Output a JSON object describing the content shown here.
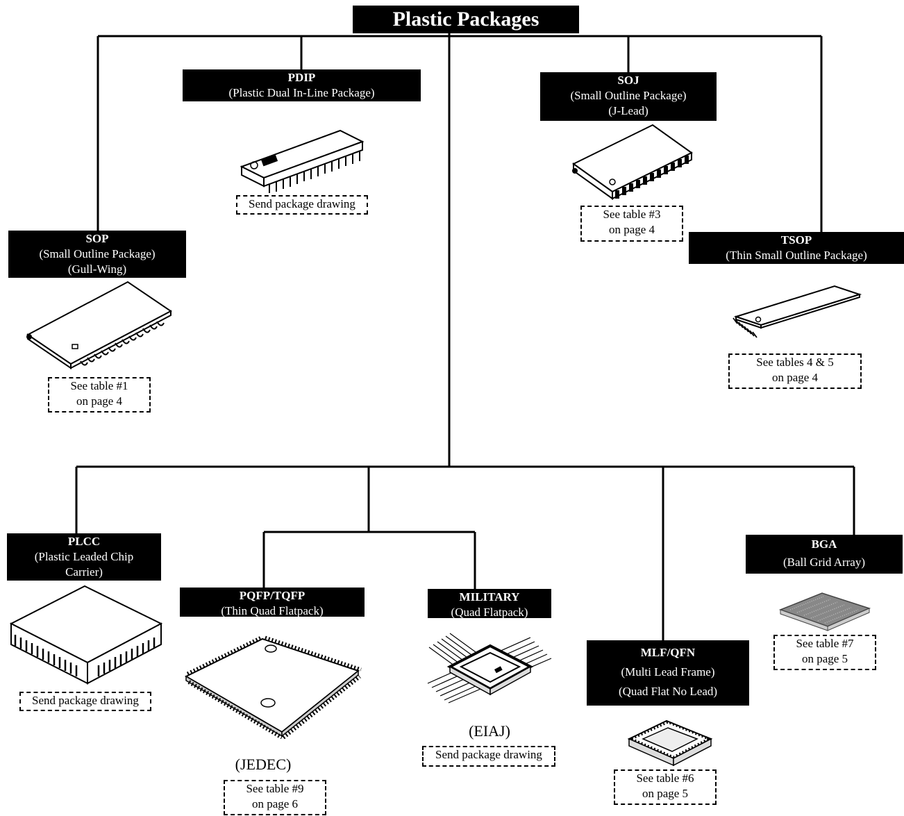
{
  "title": "Plastic Packages",
  "packages": {
    "pdip": {
      "name": "PDIP",
      "desc": [
        "(Plastic Dual In-Line Package)"
      ],
      "ref": [
        "Send package drawing"
      ]
    },
    "soj": {
      "name": "SOJ",
      "desc": [
        "(Small Outline Package)",
        "(J-Lead)"
      ],
      "ref": [
        "See table #3",
        "on page 4"
      ]
    },
    "sop": {
      "name": "SOP",
      "desc": [
        "(Small Outline Package)",
        "(Gull-Wing)"
      ],
      "ref": [
        "See table #1",
        "on page 4"
      ]
    },
    "tsop": {
      "name": "TSOP",
      "desc": [
        "(Thin Small Outline Package)"
      ],
      "ref": [
        "See tables 4 & 5",
        "on page 4"
      ]
    },
    "plcc": {
      "name": "PLCC",
      "desc": [
        "(Plastic Leaded Chip",
        "Carrier)"
      ],
      "ref": [
        "Send package drawing"
      ]
    },
    "pqfp": {
      "name": "PQFP/TQFP",
      "desc": [
        "(Thin Quad Flatpack)"
      ],
      "standard": "(JEDEC)",
      "ref": [
        "See table #9",
        "on page 6"
      ]
    },
    "military": {
      "name": "MILITARY",
      "desc": [
        "(Quad Flatpack)"
      ],
      "standard": "(EIAJ)",
      "ref": [
        "Send package drawing"
      ]
    },
    "mlf": {
      "name": "MLF/QFN",
      "desc": [
        "(Multi Lead Frame)",
        "(Quad Flat No Lead)"
      ],
      "ref": [
        "See table #6",
        "on page 5"
      ]
    },
    "bga": {
      "name": "BGA",
      "desc": [
        "(Ball Grid Array)"
      ],
      "ref": [
        "See table #7",
        "on page 5"
      ]
    }
  },
  "icons": [
    "pdip-chip-icon",
    "soj-chip-icon",
    "sop-chip-icon",
    "tsop-chip-icon",
    "plcc-chip-icon",
    "qfp-chip-icon",
    "military-qfp-icon",
    "mlf-chip-icon",
    "bga-chip-icon"
  ],
  "colors": {
    "box": "#000000",
    "box_text": "#ffffff",
    "line": "#000000"
  }
}
